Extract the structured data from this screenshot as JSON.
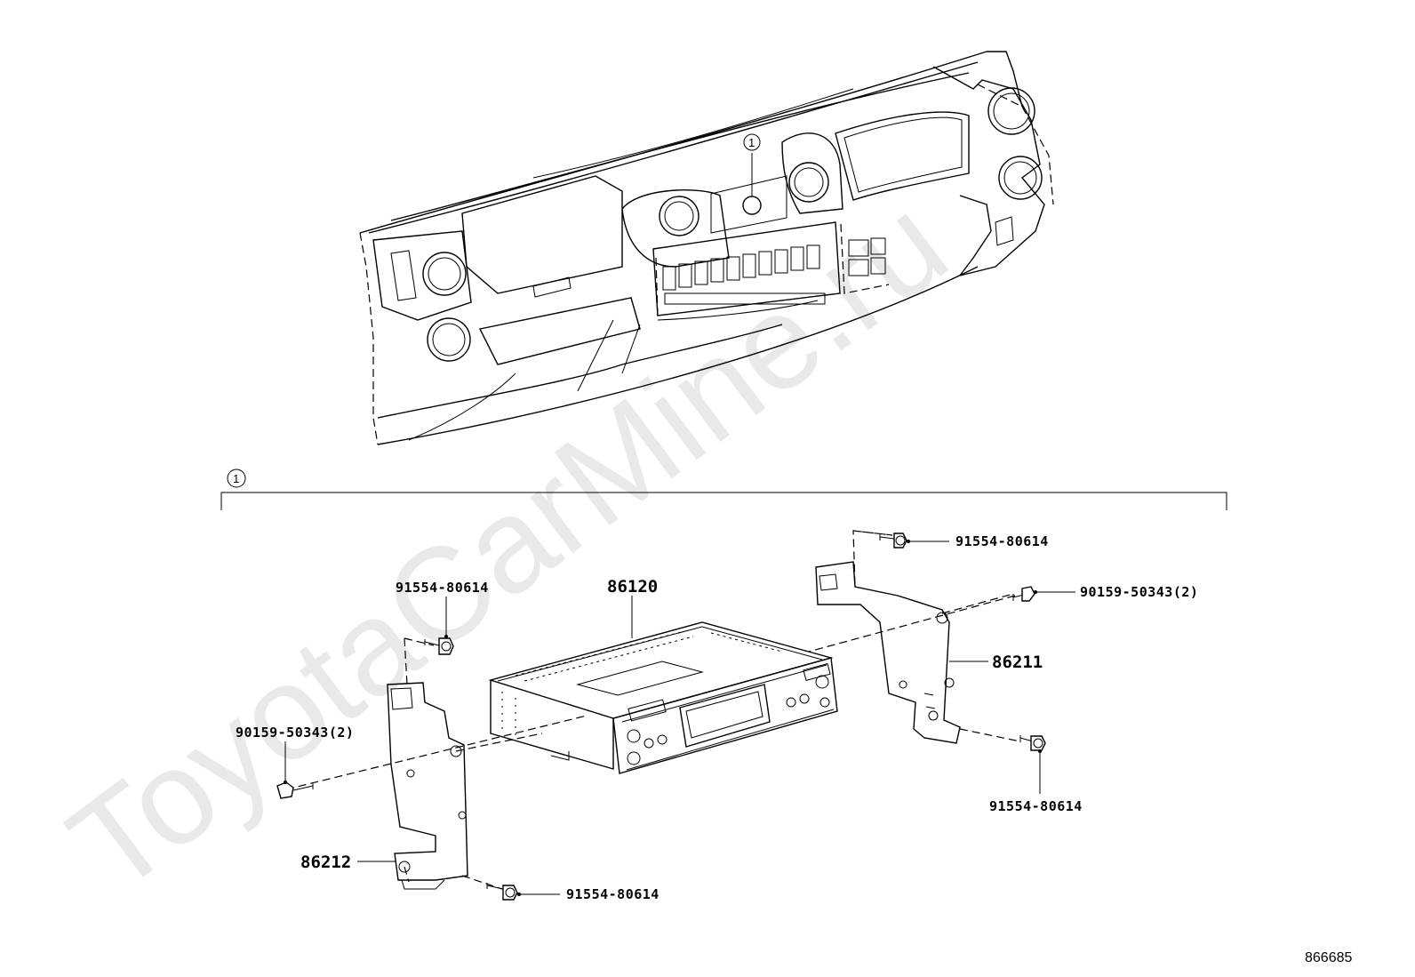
{
  "watermark": "ToyotaCarMine.ru",
  "dashboard": {
    "callout": "1"
  },
  "section": {
    "callout": "1"
  },
  "parts": {
    "radio_unit": "86120",
    "right_bracket": "86211",
    "left_bracket": "86212",
    "bolt_right_top": "91554-80614",
    "screw_right": "90159-50343(2)",
    "bolt_right_bottom": "91554-80614",
    "bolt_left_top": "91554-80614",
    "screw_left": "90159-50343(2)",
    "bolt_left_bottom": "91554-80614"
  },
  "diagram_id": "866685"
}
